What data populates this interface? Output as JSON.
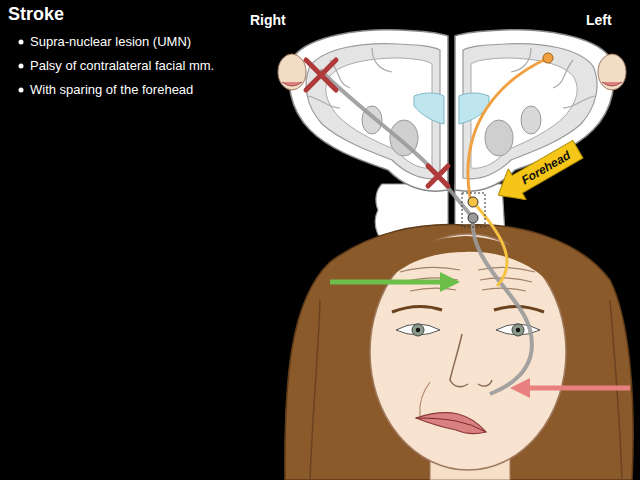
{
  "diagram": {
    "title": "Stroke",
    "nodes": [
      {
        "text": [
          "Forehead"
        ]
      }
    ],
    "labels": [
      "Supra-nuclear lesion (UMN)",
      "Palsy of contralateral facial mm.",
      "With sparing of the forehead",
      "Right",
      "Left"
    ]
  }
}
